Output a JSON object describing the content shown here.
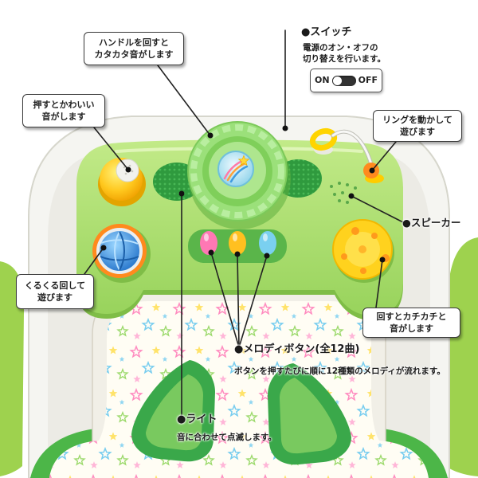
{
  "callouts": {
    "handle": {
      "line1": "ハンドルを回すと",
      "line2": "カタカタ音がします"
    },
    "push": {
      "line1": "押すとかわいい",
      "line2": "音がします"
    },
    "ring": {
      "line1": "リングを動かして",
      "line2": "遊びます"
    },
    "spin": {
      "line1": "くるくる回して",
      "line2": "遊びます"
    },
    "dial": {
      "line1": "回すとカチカチと",
      "line2": "音がします"
    }
  },
  "switch": {
    "title": "●スイッチ",
    "line1": "電源のオン・オフの",
    "line2": "切り替えを行います。",
    "on_label": "ON",
    "off_label": "OFF"
  },
  "speaker": {
    "title": "●スピーカー"
  },
  "melody": {
    "title": "●メロディボタン(全12曲)",
    "description": "ボタンを押すたびに順に12種類のメロディが流れます。"
  },
  "light": {
    "title": "●ライト",
    "description": "音に合わせて点滅します。"
  },
  "colors": {
    "trim_green": "#4cb648",
    "leg_hole_green": "#3aa84a",
    "wheel_green": "#9be07a",
    "ring_orange": "#ff8a1e",
    "dial_yellow": "#ffd21e",
    "button_pink": "#ff78b4",
    "button_yellow": "#ffc020",
    "button_blue": "#7ad0f0"
  }
}
